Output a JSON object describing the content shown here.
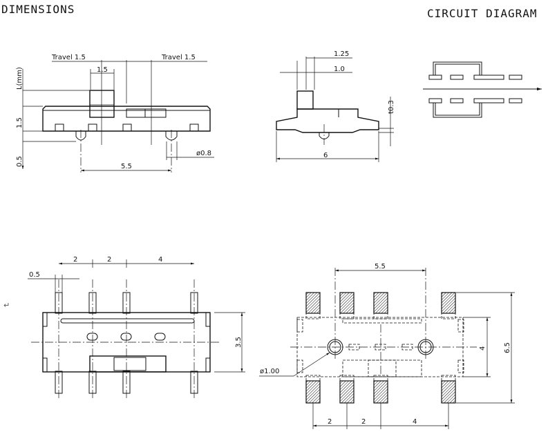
{
  "headers": {
    "dimensions": "DIMENSIONS",
    "circuit_diagram": "CIRCUIT DIAGRAM"
  },
  "side_view": {
    "travel_left": "Travel 1.5",
    "travel_right": "Travel 1.5",
    "knob_width": "1.5",
    "height_label": "L(mm)",
    "body_height": "1.5",
    "pin_offset": "0.5",
    "pin_pitch": "5.5",
    "pin_dia": "ø0.8"
  },
  "end_view": {
    "dim_top": "1.25",
    "dim_knob": "1.0",
    "thickness": "t0.3",
    "overall_width": "6"
  },
  "top_view": {
    "pitch1": "2",
    "pitch2": "2",
    "pitch3": "4",
    "pin_width": "0.5",
    "body_width": "3.5"
  },
  "pcb_layout": {
    "hole_pitch": "5.5",
    "hole_dia": "ø1.00",
    "pad_span_inner": "4",
    "pad_span_outer": "6.5",
    "pitch1": "2",
    "pitch2": "2",
    "pitch3": "4"
  },
  "misc": {
    "return_glyph": "↵"
  }
}
